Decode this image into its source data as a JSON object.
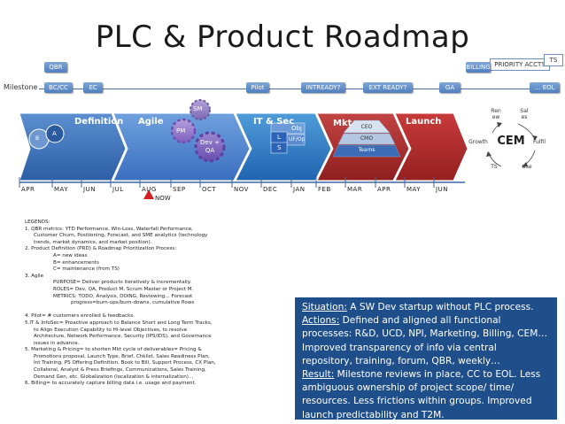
{
  "title": "PLC & Product Roadmap",
  "top_tabs": {
    "qbr": "QBR",
    "billing": "BILLING",
    "priority_accts": "PRIORITY ACCTS",
    "ts": "TS"
  },
  "milestone_row": {
    "label": "Milestone",
    "items": [
      "BC/CC",
      "EC",
      "Pilot",
      "INTREADY?",
      "EXT READY?",
      "GA",
      "… EOL"
    ]
  },
  "phases": [
    "Definition",
    "Agile",
    "IT & Sec",
    "Mkt",
    "Launch"
  ],
  "definition_circles": [
    "B",
    "A"
  ],
  "gears": [
    "SM",
    "PM",
    "Dev + QA"
  ],
  "it_sec_boxes": [
    "Obj",
    "UF/Op",
    "L",
    "S"
  ],
  "mkt_stack": [
    "CEO",
    "CMO",
    "Teams"
  ],
  "months": [
    "APR",
    "MAY",
    "JUN",
    "JUL",
    "AUG",
    "SEP",
    "OCT",
    "NOV",
    "DEC",
    "JAN",
    "FEB",
    "MAR",
    "APR",
    "MAY",
    "JUN"
  ],
  "now_label": "NOW",
  "cem_cycle": {
    "center": "CEM",
    "items": [
      "Ren ew",
      "Sal es",
      "Fulfil",
      "Use",
      "TS",
      "Growth"
    ]
  },
  "legend": [
    {
      "indent": 0,
      "text": "LEGENDS:"
    },
    {
      "indent": 0,
      "text": "1. QBR metrics: YTD Performance, Win-Loss, Waterfall Performance,"
    },
    {
      "indent": 1,
      "text": "Customer Churn, Positioning, Forecast, and SME analytics (technology"
    },
    {
      "indent": 1,
      "text": "trends, market dynamics, and market position)."
    },
    {
      "indent": 0,
      "text": "2. Product Definition (PRD) & Roadmap Prioritization Process:"
    },
    {
      "indent": 2,
      "text": "A= new ideas"
    },
    {
      "indent": 2,
      "text": "B= enhancements"
    },
    {
      "indent": 2,
      "text": "C= maintenance (from TS)"
    },
    {
      "indent": 0,
      "text": "3. Agile"
    },
    {
      "indent": 2,
      "text": "PURPOSE= Deliver products iteratively & incrementally."
    },
    {
      "indent": 2,
      "text": "ROLES= Dev, QA, Product M, Scrum Master or Project M."
    },
    {
      "indent": 2,
      "text": "METRICS: TODO, Analysis, DOING, Reviewing… Forecast"
    },
    {
      "indent": 3,
      "text": "progress=burn-ups/burn-downs, cumulative flows"
    },
    {
      "indent": 0,
      "text": ""
    },
    {
      "indent": 0,
      "text": "4. Pilot= # customers enrolled & feedbacks."
    },
    {
      "indent": 0,
      "text": "5.IT & InfoSec= Proactive approach to Balance Short and Long Term Tracks,"
    },
    {
      "indent": 1,
      "text": "to Align Execution Capability to Hi-level Objectives, to resolve"
    },
    {
      "indent": 1,
      "text": "Architecture, Network Performance, Security (IPS/IDS), and Governance"
    },
    {
      "indent": 1,
      "text": "issues in advance."
    },
    {
      "indent": 0,
      "text": "5. Marketing & Pricing= to shorten Mkt cycle of deliverables= Pricing &"
    },
    {
      "indent": 1,
      "text": "Promotions proposal, Launch Type, Brief, Chklist, Sales Readiness Plan,"
    },
    {
      "indent": 1,
      "text": "Int Training, PS Offering Definition, Book to Bill, Support Process, CX Plan,"
    },
    {
      "indent": 1,
      "text": "Collateral, Analyst & Press Briefings, Communications, Sales Training,"
    },
    {
      "indent": 1,
      "text": "Demand Gen, etc. Globalization (localization & internalization)…"
    },
    {
      "indent": 0,
      "text": "6. Billing= to accurately capture billing data i.e. usage and payment."
    }
  ],
  "situation": {
    "situation_label": "Situation:",
    "situation_text": " A SW Dev startup without PLC process.",
    "actions_label": "Actions:",
    "actions_text": " Defined and aligned all functional processes: R&D, UCD, NPI, Marketing, Billing, CEM… Improved transparency of info via central repository, training, forum, QBR, weekly…",
    "result_label": "Result:",
    "result_text": " Milestone reviews in place, CC to EOL. Less ambiguous ownership of project scope/ time/ resources. Less frictions within groups. Improved launch predictability and T2M."
  }
}
